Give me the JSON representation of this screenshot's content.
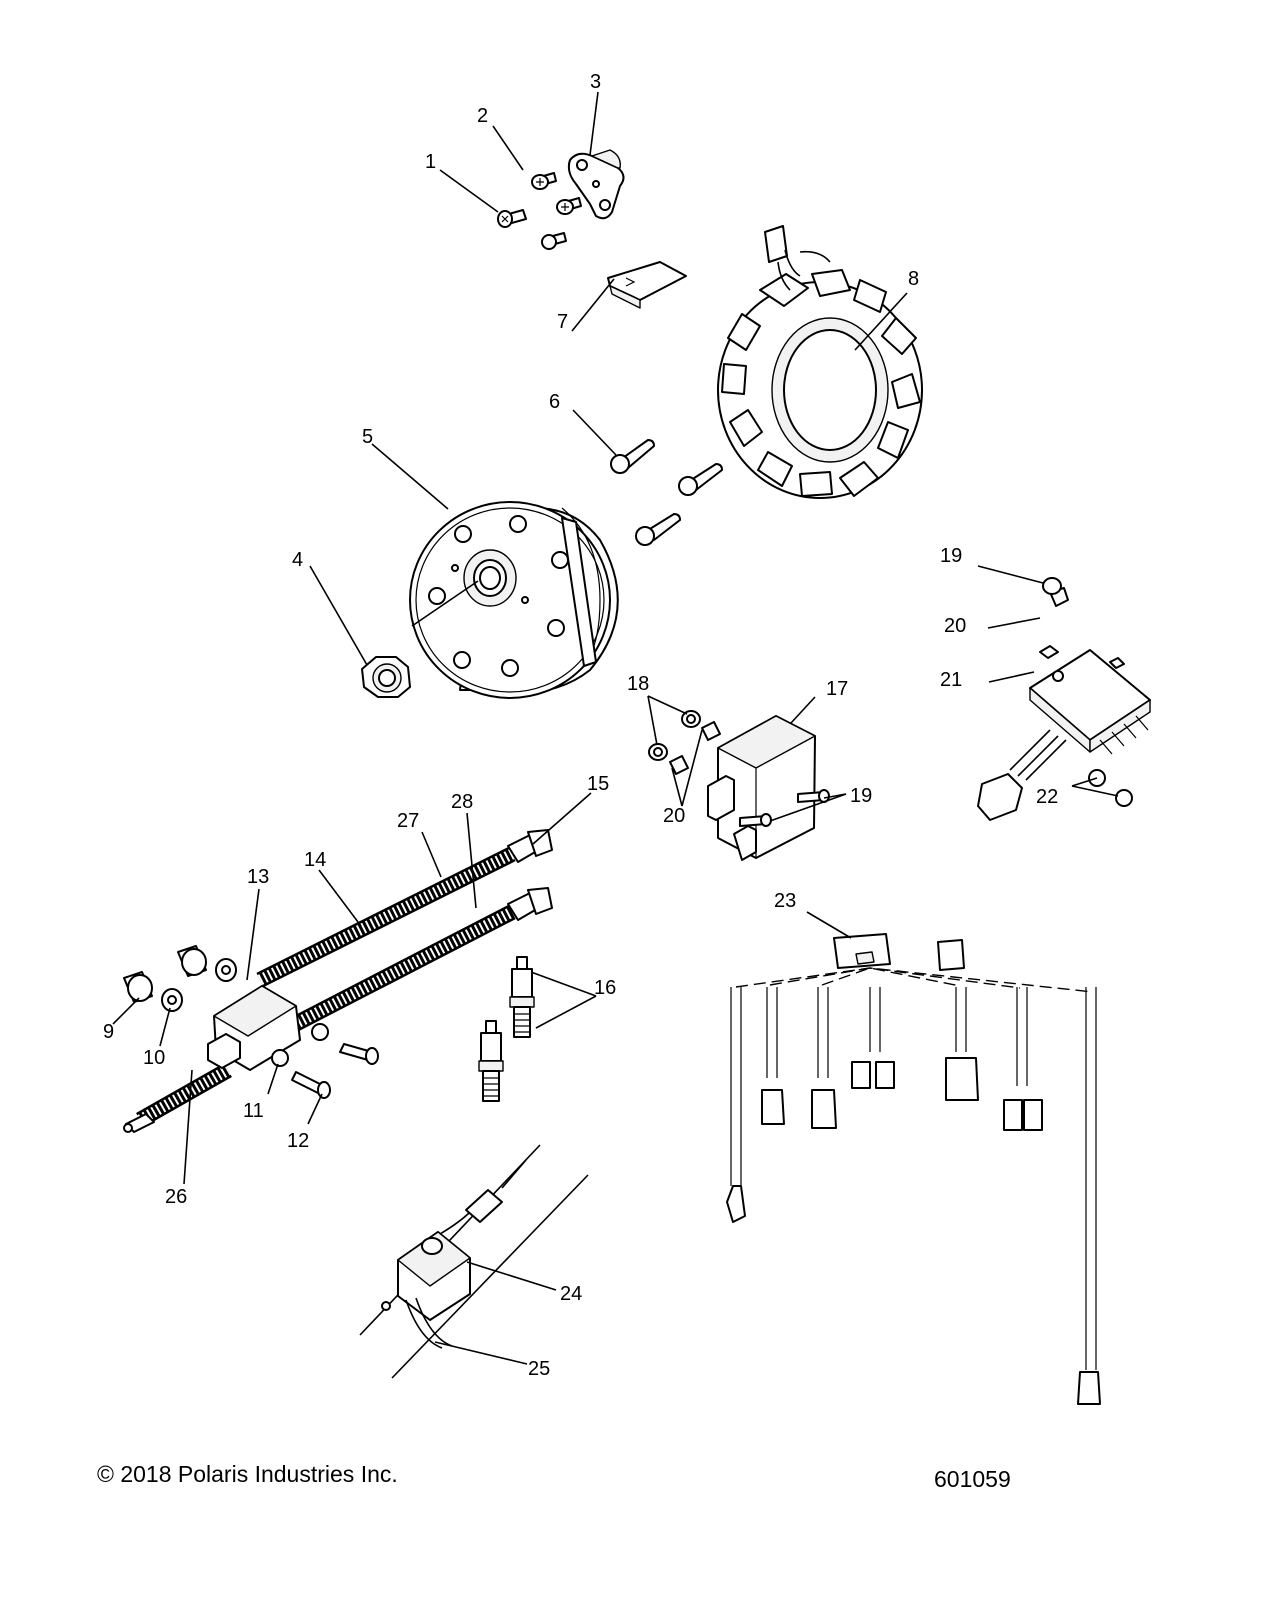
{
  "callouts": [
    {
      "id": "1",
      "label": "1"
    },
    {
      "id": "2",
      "label": "2"
    },
    {
      "id": "3",
      "label": "3"
    },
    {
      "id": "4",
      "label": "4"
    },
    {
      "id": "5",
      "label": "5"
    },
    {
      "id": "6",
      "label": "6"
    },
    {
      "id": "7",
      "label": "7"
    },
    {
      "id": "8",
      "label": "8"
    },
    {
      "id": "9",
      "label": "9"
    },
    {
      "id": "10",
      "label": "10"
    },
    {
      "id": "11",
      "label": "11"
    },
    {
      "id": "12",
      "label": "12"
    },
    {
      "id": "13",
      "label": "13"
    },
    {
      "id": "14",
      "label": "14"
    },
    {
      "id": "15",
      "label": "15"
    },
    {
      "id": "16",
      "label": "16"
    },
    {
      "id": "17",
      "label": "17"
    },
    {
      "id": "18",
      "label": "18"
    },
    {
      "id": "19a",
      "label": "19"
    },
    {
      "id": "19b",
      "label": "19"
    },
    {
      "id": "20a",
      "label": "20"
    },
    {
      "id": "20b",
      "label": "20"
    },
    {
      "id": "21",
      "label": "21"
    },
    {
      "id": "22",
      "label": "22"
    },
    {
      "id": "23",
      "label": "23"
    },
    {
      "id": "24",
      "label": "24"
    },
    {
      "id": "25",
      "label": "25"
    },
    {
      "id": "26",
      "label": "26"
    },
    {
      "id": "27",
      "label": "27"
    },
    {
      "id": "28",
      "label": "28"
    }
  ],
  "footer": {
    "copyright": "© 2018 Polaris Industries Inc.",
    "diagram_number": "601059"
  }
}
